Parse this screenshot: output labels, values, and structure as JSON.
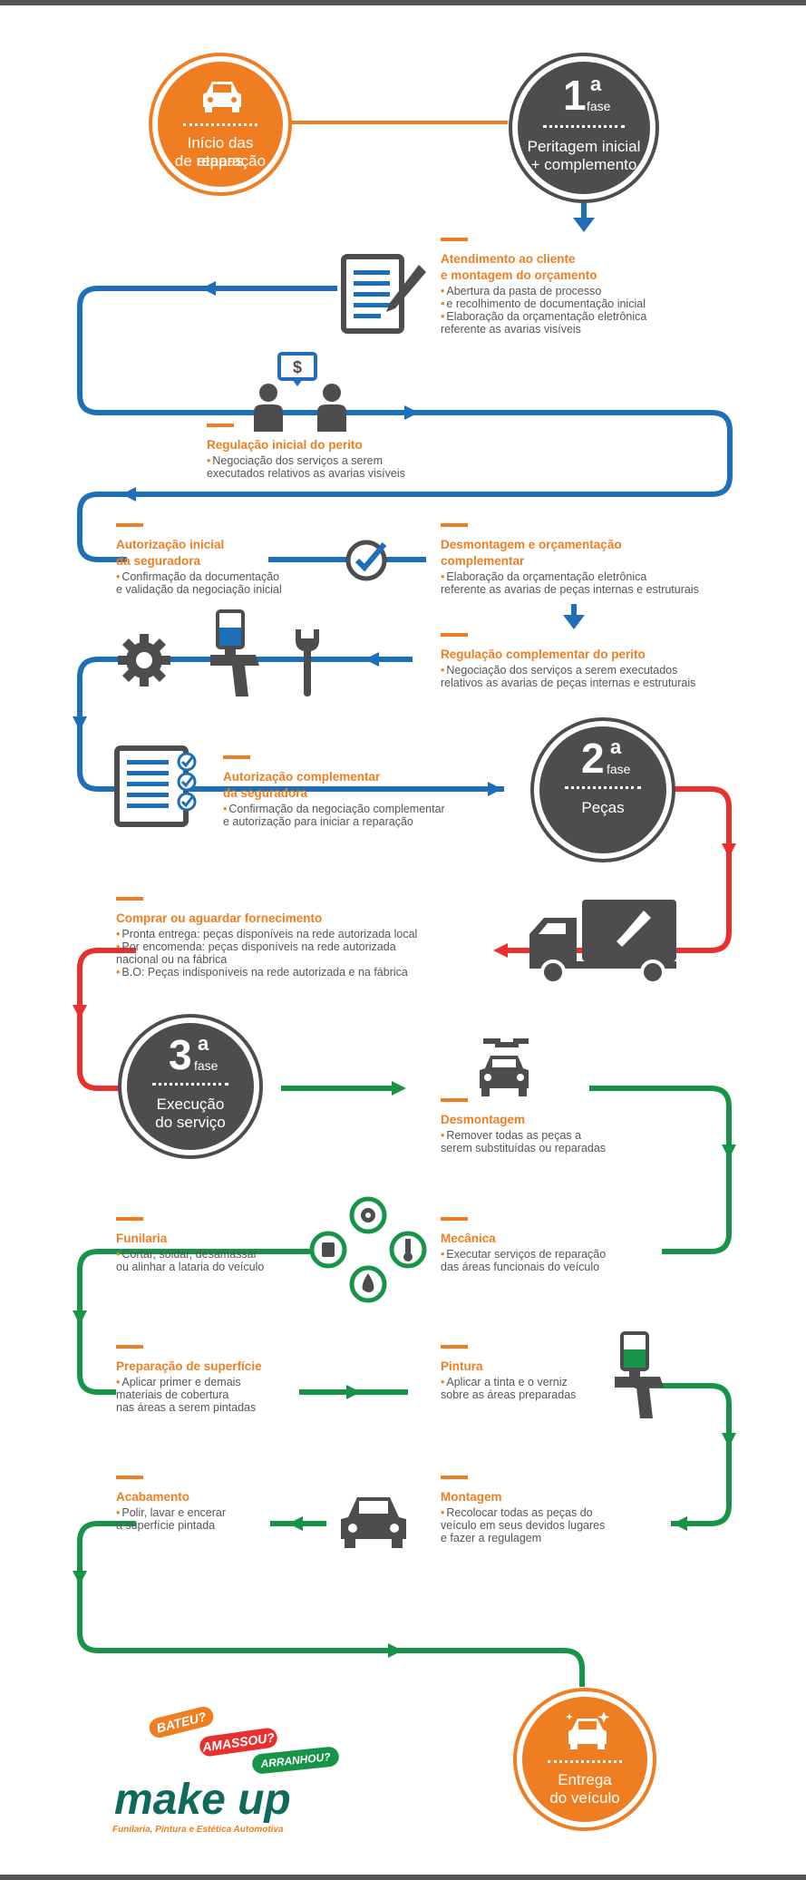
{
  "colors": {
    "orange": "#ef7e22",
    "dark": "#4d4d4f",
    "blue": "#1f6fb8",
    "red": "#e8312f",
    "green": "#179448"
  },
  "start": {
    "label1": "Início das etapas",
    "label2": "de reparação",
    "icon": "car-icon"
  },
  "phase1": {
    "num": "1",
    "sup": "a",
    "word": "fase",
    "label1": "Peritagem inicial",
    "label2": "+ complemento"
  },
  "phase2": {
    "num": "2",
    "sup": "a",
    "word": "fase",
    "label1": "Peças"
  },
  "phase3": {
    "num": "3",
    "sup": "a",
    "word": "fase",
    "label1": "Execução",
    "label2": "do serviço"
  },
  "end": {
    "label1": "Entrega",
    "label2": "do veículo",
    "icon": "clean-car-icon"
  },
  "steps": {
    "atendimento": {
      "title1": "Atendimento ao cliente",
      "title2": "e montagem do orçamento",
      "b1a": "Abertura da pasta de processo",
      "b1b": "e recolhimento de documentação inicial",
      "b2a": "Elaboração da orçamentação eletrônica",
      "b2b": "referente as avarias visíveis"
    },
    "regulacao_inicial": {
      "title1": "Regulação inicial do perito",
      "b1a": "Negociação dos serviços a serem",
      "b1b": "executados relativos as avarias visíveis"
    },
    "autorizacao_inicial": {
      "title1": "Autorização inicial",
      "title2": "da seguradora",
      "b1a": "Confirmação da documentação",
      "b1b": "e validação da negociação inicial"
    },
    "desmontagem_orc": {
      "title1": "Desmontagem e orçamentação",
      "title2": "complementar",
      "b1a": "Elaboração da orçamentação eletrônica",
      "b1b": "referente as avarias de peças internas e estruturais"
    },
    "regulacao_complementar": {
      "title1": "Regulação complementar do perito",
      "b1a": "Negociação dos serviços a serem executados",
      "b1b": "relativos as avarias de peças internas e estruturais"
    },
    "autorizacao_complementar": {
      "title1": "Autorização complementar",
      "title2": "da seguradora",
      "b1a": "Confirmação da negociação complementar",
      "b1b": "e autorização para iniciar a reparação"
    },
    "comprar": {
      "title1": "Comprar ou aguardar fornecimento",
      "b1a": "Pronta entrega: peças disponíveis na rede autorizada local",
      "b2a": "Por encomenda: peças disponíveis na rede autorizada",
      "b2b": "nacional ou na fábrica",
      "b3a": "B.O: Peças indisponíveis na rede autorizada e na fábrica"
    },
    "desmontagem": {
      "title1": "Desmontagem",
      "b1a": "Remover todas as peças a",
      "b1b": "serem substituídas ou reparadas"
    },
    "mecanica": {
      "title1": "Mecânica",
      "b1a": "Executar serviços de reparação",
      "b1b": "das áreas funcionais do veículo"
    },
    "funilaria": {
      "title1": "Funilaria",
      "b1a": "Cortar, soldar, desamassar",
      "b1b": "ou alinhar a lataria do veículo"
    },
    "preparacao": {
      "title1": "Preparação de superfície",
      "b1a": "Aplicar primer e demais",
      "b1b": "materiais de cobertura",
      "b1c": "nas áreas a serem pintadas"
    },
    "pintura": {
      "title1": "Pintura",
      "b1a": "Aplicar a tinta e o verniz",
      "b1b": "sobre as áreas preparadas"
    },
    "acabamento": {
      "title1": "Acabamento",
      "b1a": "Polir, lavar e encerar",
      "b1b": "a superfície pintada"
    },
    "montagem": {
      "title1": "Montagem",
      "b1a": "Recolocar todas as peças do",
      "b1b": "veículo em seus devidos lugares",
      "b1c": "e fazer a regulagem"
    }
  },
  "logo": {
    "bubble1": "BATEU?",
    "bubble2": "AMASSOU?",
    "bubble3": "ARRANHOU?",
    "brand": "make up",
    "tagline": "Funilaria, Pintura e Estética Automotiva"
  },
  "icons": [
    "document-pen-icon",
    "people-money-icon",
    "check-circle-icon",
    "gear-icon",
    "spray-gun-icon",
    "wrench-icon",
    "checklist-icon",
    "truck-icon",
    "car-wrench-icon",
    "tools-cluster-icon",
    "spray-gun-green-icon",
    "car-icon"
  ]
}
